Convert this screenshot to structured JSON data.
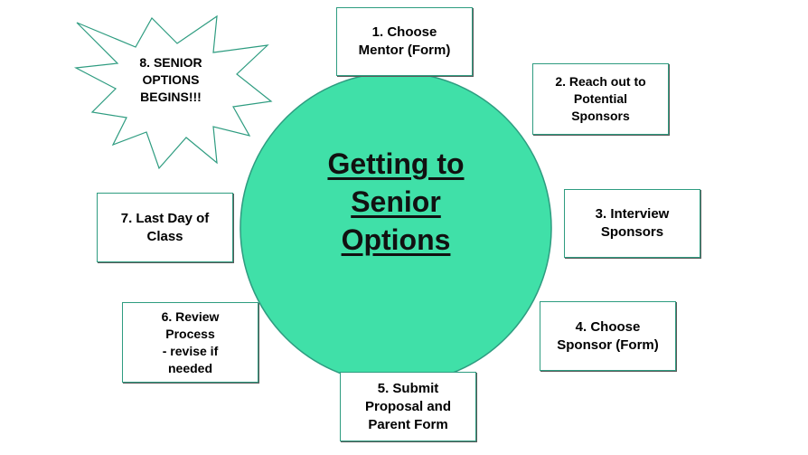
{
  "colors": {
    "hub_fill": "#40e0a8",
    "outline": "#2e9c80",
    "box_fill": "#ffffff",
    "text": "#000000"
  },
  "hub": {
    "title": "Getting to\nSenior\nOptions"
  },
  "steps": [
    {
      "label": "1. Choose\nMentor (Form)"
    },
    {
      "label": "2. Reach out to\nPotential\nSponsors"
    },
    {
      "label": "3. Interview\nSponsors"
    },
    {
      "label": "4. Choose\nSponsor (Form)"
    },
    {
      "label": "5. Submit\nProposal and\nParent Form"
    },
    {
      "label": "6. Review\nProcess\n- revise if\nneeded"
    },
    {
      "label": "7. Last Day of\nClass"
    }
  ],
  "burst": {
    "label": "8. SENIOR\nOPTIONS\nBEGINS!!!"
  }
}
